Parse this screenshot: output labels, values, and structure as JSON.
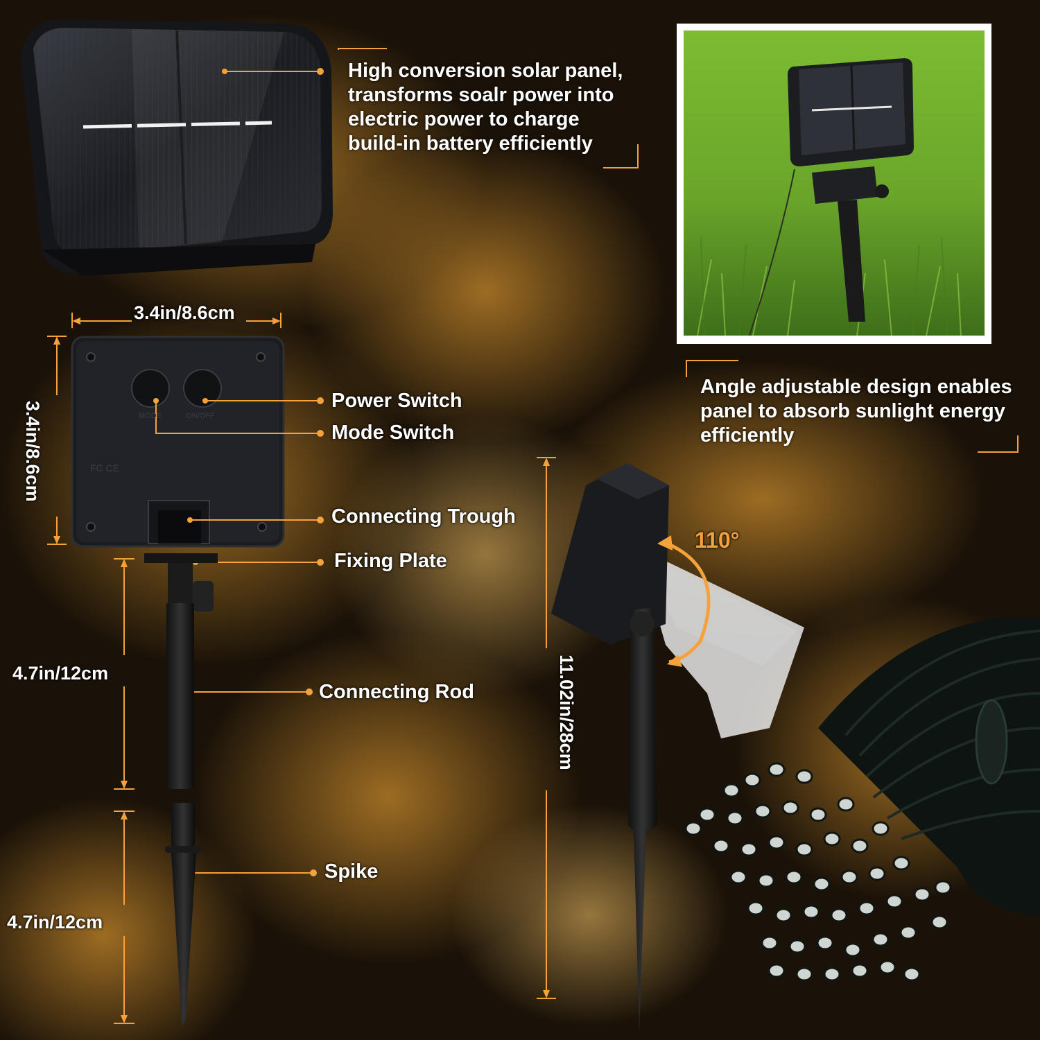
{
  "colors": {
    "accent": "#f5a23c",
    "text": "#ffffff",
    "background": "#1a1208",
    "grass": "#6fae2a"
  },
  "callouts": {
    "solar_panel": [
      "High conversion solar panel,",
      "transforms soalr power into",
      "electric power to charge",
      "build-in battery efficiently"
    ],
    "angle": [
      "Angle adjustable design enables",
      "panel to absorb sunlight energy",
      "efficiently"
    ],
    "power_switch": "Power Switch",
    "mode_switch": "Mode Switch",
    "connecting_trough": "Connecting Trough",
    "fixing_plate": "Fixing Plate",
    "connecting_rod": "Connecting Rod",
    "spike": "Spike",
    "angle_degrees": "110°"
  },
  "dimensions": {
    "box_width": "3.4in/8.6cm",
    "box_height": "3.4in/8.6cm",
    "rod_length": "4.7in/12cm",
    "spike_length": "4.7in/12cm",
    "total_height": "11.02in/28cm"
  },
  "device_markings": {
    "mode_button": "MODE",
    "onoff_button": "ON/OFF"
  },
  "icons": {
    "solar_panel": "solar-panel-icon",
    "control_box": "control-box-icon",
    "stake": "stake-icon",
    "led_bundle": "led-bundle-icon"
  }
}
